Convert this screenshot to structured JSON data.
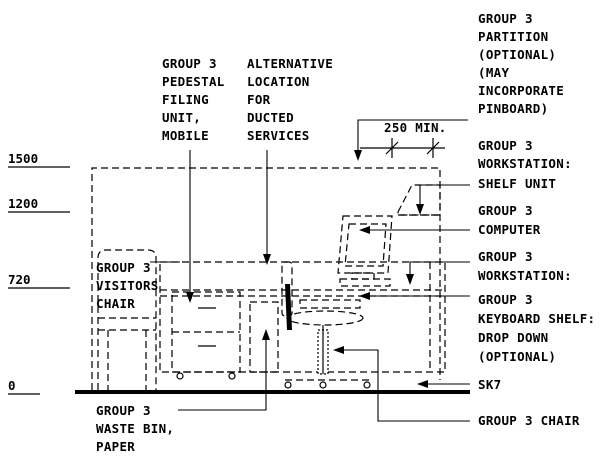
{
  "levels": {
    "l1500": "1500",
    "l1200": "1200",
    "l720": "720",
    "l0": "0"
  },
  "dimension": {
    "clearance": "250 MIN."
  },
  "labels": {
    "pedestal": [
      "GROUP 3",
      "PEDESTAL",
      "FILING",
      "UNIT,",
      "MOBILE"
    ],
    "alt_location": [
      "ALTERNATIVE",
      "LOCATION",
      "FOR",
      "DUCTED",
      "SERVICES"
    ],
    "partition": [
      "GROUP 3",
      "PARTITION",
      "(OPTIONAL)",
      "(MAY",
      "INCORPORATE",
      "PINBOARD)"
    ],
    "shelf_unit": [
      "GROUP 3",
      "WORKSTATION:",
      "SHELF UNIT"
    ],
    "computer": [
      "GROUP 3",
      "COMPUTER"
    ],
    "workstation": [
      "GROUP 3",
      "WORKSTATION:"
    ],
    "visitors_chair": [
      "GROUP 3",
      "VISITORS",
      "CHAIR"
    ],
    "keyboard_shelf": [
      "GROUP 3",
      "KEYBOARD SHELF:",
      "DROP DOWN",
      "(OPTIONAL)"
    ],
    "sk7": [
      "SK7"
    ],
    "waste_bin": [
      "GROUP 3",
      "WASTE BIN,",
      "PAPER"
    ],
    "chair": [
      "GROUP 3 CHAIR"
    ]
  }
}
